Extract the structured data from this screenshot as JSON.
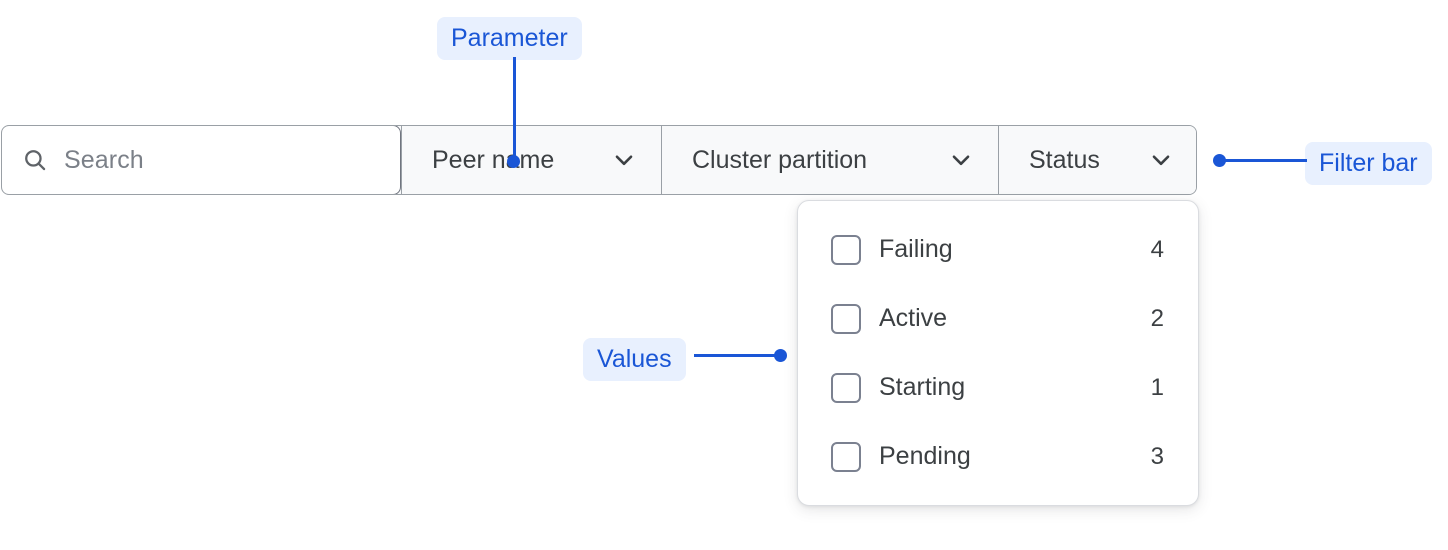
{
  "filter_bar": {
    "search": {
      "placeholder": "Search",
      "value": "",
      "icon": "search-icon"
    },
    "segments": [
      {
        "label": "Peer name",
        "icon": "chevron-down-icon"
      },
      {
        "label": "Cluster partition",
        "icon": "chevron-down-icon"
      },
      {
        "label": "Status",
        "icon": "chevron-down-icon"
      }
    ]
  },
  "dropdown": {
    "open_for": "Status",
    "options": [
      {
        "label": "Failing",
        "count": "4",
        "checked": false
      },
      {
        "label": "Active",
        "count": "2",
        "checked": false
      },
      {
        "label": "Starting",
        "count": "1",
        "checked": false
      },
      {
        "label": "Pending",
        "count": "3",
        "checked": false
      }
    ]
  },
  "annotations": [
    {
      "label": "Parameter",
      "target": "peer-name-segment"
    },
    {
      "label": "Filter bar",
      "target": "filter-bar"
    },
    {
      "label": "Values",
      "target": "dropdown-options"
    }
  ],
  "colors": {
    "accent": "#1a56d6",
    "annotation_bg": "#e8f0fe",
    "bar_bg": "#f8f9fa",
    "bar_border": "#9aa0a6",
    "text": "#3c4043",
    "placeholder": "#7b8088",
    "panel_border": "#dadce0"
  }
}
